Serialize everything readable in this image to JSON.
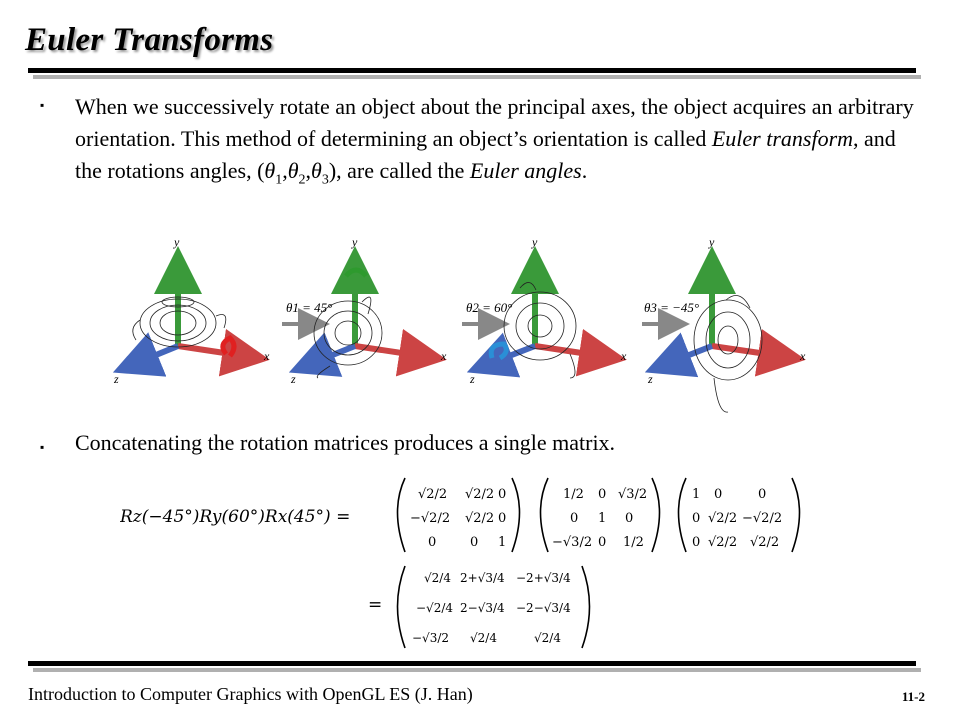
{
  "slide": {
    "title": "Euler Transforms",
    "footer": "Introduction to Computer Graphics with OpenGL ES (J. Han)",
    "page_number": "11-2"
  },
  "bullets": [
    {
      "marker": "▪",
      "parts": [
        "When we successively rotate an object about the principal axes, the object acquires an arbitrary orientation. This method of determining an object’s orientation is called ",
        "Euler transform",
        ", and the rotations angles, (",
        "θ",
        "1",
        ",",
        "θ",
        "2",
        ",",
        "θ",
        "3",
        "), are called the ",
        "Euler angles",
        "."
      ]
    },
    {
      "marker": "▪",
      "text": "Concatenating the rotation matrices produces a single matrix."
    }
  ],
  "figure": {
    "axis_labels": {
      "x": "x",
      "y": "y",
      "z": "z"
    },
    "step_labels": [
      "θ1 = 45°",
      "θ2 = 60°",
      "θ3 = −45°"
    ],
    "colors": {
      "x_axis": "#cc4444",
      "y_axis": "#3a9a3a",
      "z_axis": "#4466bb",
      "rot_red": "#e02020",
      "rot_green": "#2e9a2e",
      "rot_blue": "#2a8fd6"
    }
  },
  "equation": {
    "lhs": "Rz(−45°)Ry(60°)Rx(45°) =",
    "eq2": "=",
    "m1": [
      [
        "√2/2",
        "√2/2",
        "0"
      ],
      [
        "−√2/2",
        "√2/2",
        "0"
      ],
      [
        "0",
        "0",
        "1"
      ]
    ],
    "m2": [
      [
        "1/2",
        "0",
        "√3/2"
      ],
      [
        "0",
        "1",
        "0"
      ],
      [
        "−√3/2",
        "0",
        "1/2"
      ]
    ],
    "m3": [
      [
        "1",
        "0",
        "0"
      ],
      [
        "0",
        "√2/2",
        "−√2/2"
      ],
      [
        "0",
        "√2/2",
        "√2/2"
      ]
    ],
    "result": [
      [
        "√2/4",
        "2+√3/4",
        "−2+√3/4"
      ],
      [
        "−√2/4",
        "2−√3/4",
        "−2−√3/4"
      ],
      [
        "−√3/2",
        "√2/4",
        "√2/4"
      ]
    ]
  }
}
